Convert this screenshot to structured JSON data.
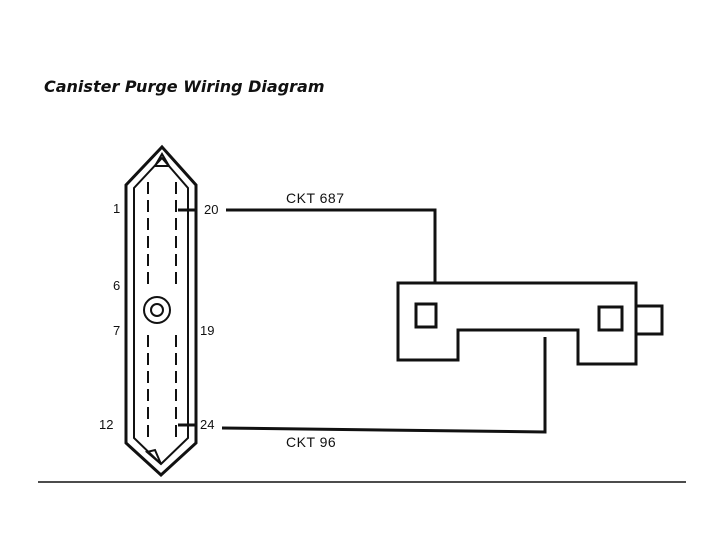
{
  "title": "Canister Purge Wiring Diagram",
  "connector": {
    "left_pins": [
      "1",
      "6",
      "7",
      "12"
    ],
    "right_pins": [
      "20",
      "19",
      "24"
    ]
  },
  "circuits": {
    "upper": "CKT 687",
    "lower": "CKT 96"
  }
}
